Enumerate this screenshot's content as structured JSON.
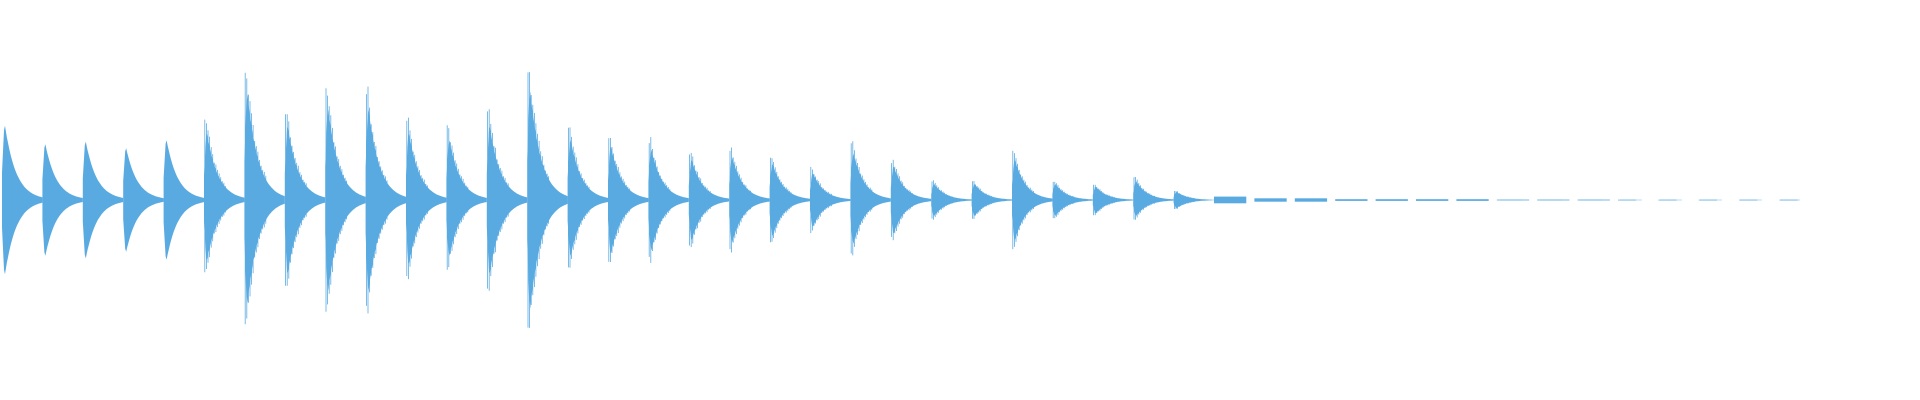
{
  "waveform": {
    "color": "#5aaae2",
    "background": "#ffffff",
    "note_count": 45,
    "note_peaks": [
      0.56,
      0.42,
      0.44,
      0.39,
      0.45,
      0.5,
      0.8,
      0.55,
      0.68,
      0.68,
      0.5,
      0.45,
      0.55,
      0.82,
      0.45,
      0.4,
      0.38,
      0.3,
      0.32,
      0.27,
      0.2,
      0.35,
      0.25,
      0.12,
      0.12,
      0.3,
      0.12,
      0.1,
      0.14,
      0.06,
      0.04,
      0.02,
      0.02,
      0.01,
      0.01,
      0.01,
      0.01,
      0.005,
      0.005,
      0.005,
      0.004,
      0.004,
      0.004,
      0.004,
      0.004
    ],
    "note_min_peaks": [
      0.56,
      0.42,
      0.44,
      0.39,
      0.45,
      0.45,
      0.78,
      0.55,
      0.68,
      0.68,
      0.48,
      0.42,
      0.55,
      0.82,
      0.42,
      0.4,
      0.38,
      0.3,
      0.32,
      0.27,
      0.2,
      0.33,
      0.25,
      0.12,
      0.12,
      0.3,
      0.12,
      0.1,
      0.12,
      0.06,
      0.04,
      0.02,
      0.02,
      0.01,
      0.01,
      0.01,
      0.01,
      0.005,
      0.005,
      0.005,
      0.004,
      0.004,
      0.004,
      0.004,
      0.004
    ],
    "spiky": [
      false,
      false,
      false,
      false,
      false,
      true,
      true,
      true,
      true,
      true,
      true,
      true,
      true,
      true,
      true,
      true,
      true,
      true,
      true,
      true,
      true,
      true,
      true,
      true,
      true,
      true,
      true,
      true,
      true,
      true,
      false,
      false,
      false,
      false,
      false,
      false,
      false,
      false,
      false,
      false,
      false,
      false,
      false,
      false,
      false
    ]
  }
}
